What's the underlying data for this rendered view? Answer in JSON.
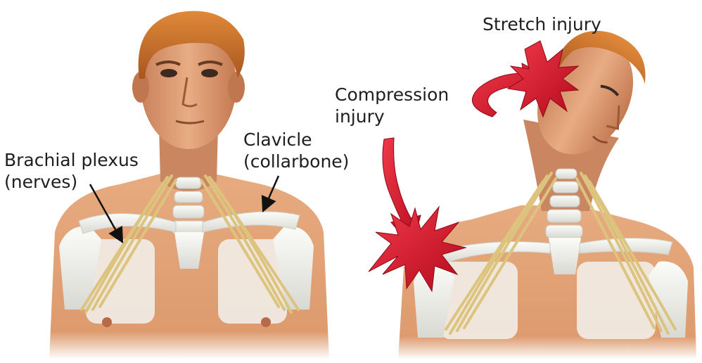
{
  "labels": {
    "brachial_plexus_line1": "Brachial plexus",
    "brachial_plexus_line2": "(nerves)",
    "clavicle_line1": "Clavicle",
    "clavicle_line2": "(collarbone)",
    "compression_line1": "Compression",
    "compression_line2": "injury",
    "stretch": "Stretch injury"
  },
  "colors": {
    "skin": "#e4a57a",
    "skin_shadow": "#b4683f",
    "hair": "#c9722d",
    "bone": "#eeeeea",
    "nerve": "#ddc47e",
    "injury_red": "#d6152c",
    "text": "#1e1e1e"
  },
  "figures": [
    {
      "view": "front",
      "icon": "male-torso-front-illustration"
    },
    {
      "view": "head-tilted",
      "icon": "male-torso-head-tilted-illustration"
    }
  ]
}
